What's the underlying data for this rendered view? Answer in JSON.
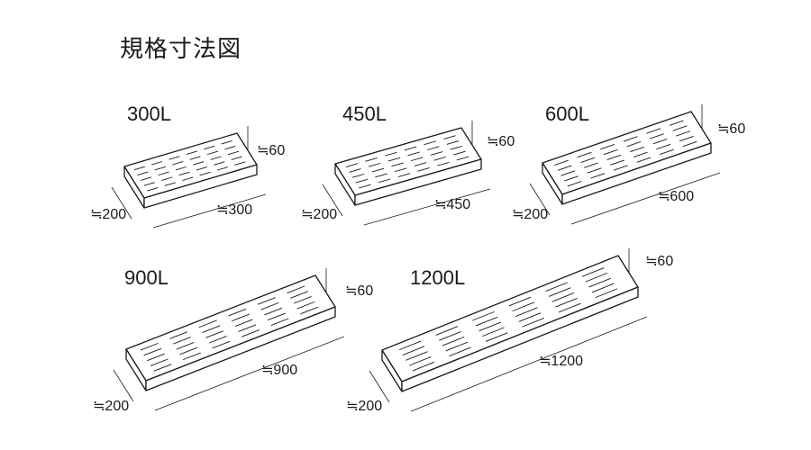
{
  "title": "規格寸法図",
  "items": [
    {
      "label": "300L",
      "height": "≒60",
      "width": "≒200",
      "length": "≒300"
    },
    {
      "label": "450L",
      "height": "≒60",
      "width": "≒200",
      "length": "≒450"
    },
    {
      "label": "600L",
      "height": "≒60",
      "width": "≒200",
      "length": "≒600"
    },
    {
      "label": "900L",
      "height": "≒60",
      "width": "≒200",
      "length": "≒900"
    },
    {
      "label": "1200L",
      "height": "≒60",
      "width": "≒200",
      "length": "≒1200"
    }
  ]
}
